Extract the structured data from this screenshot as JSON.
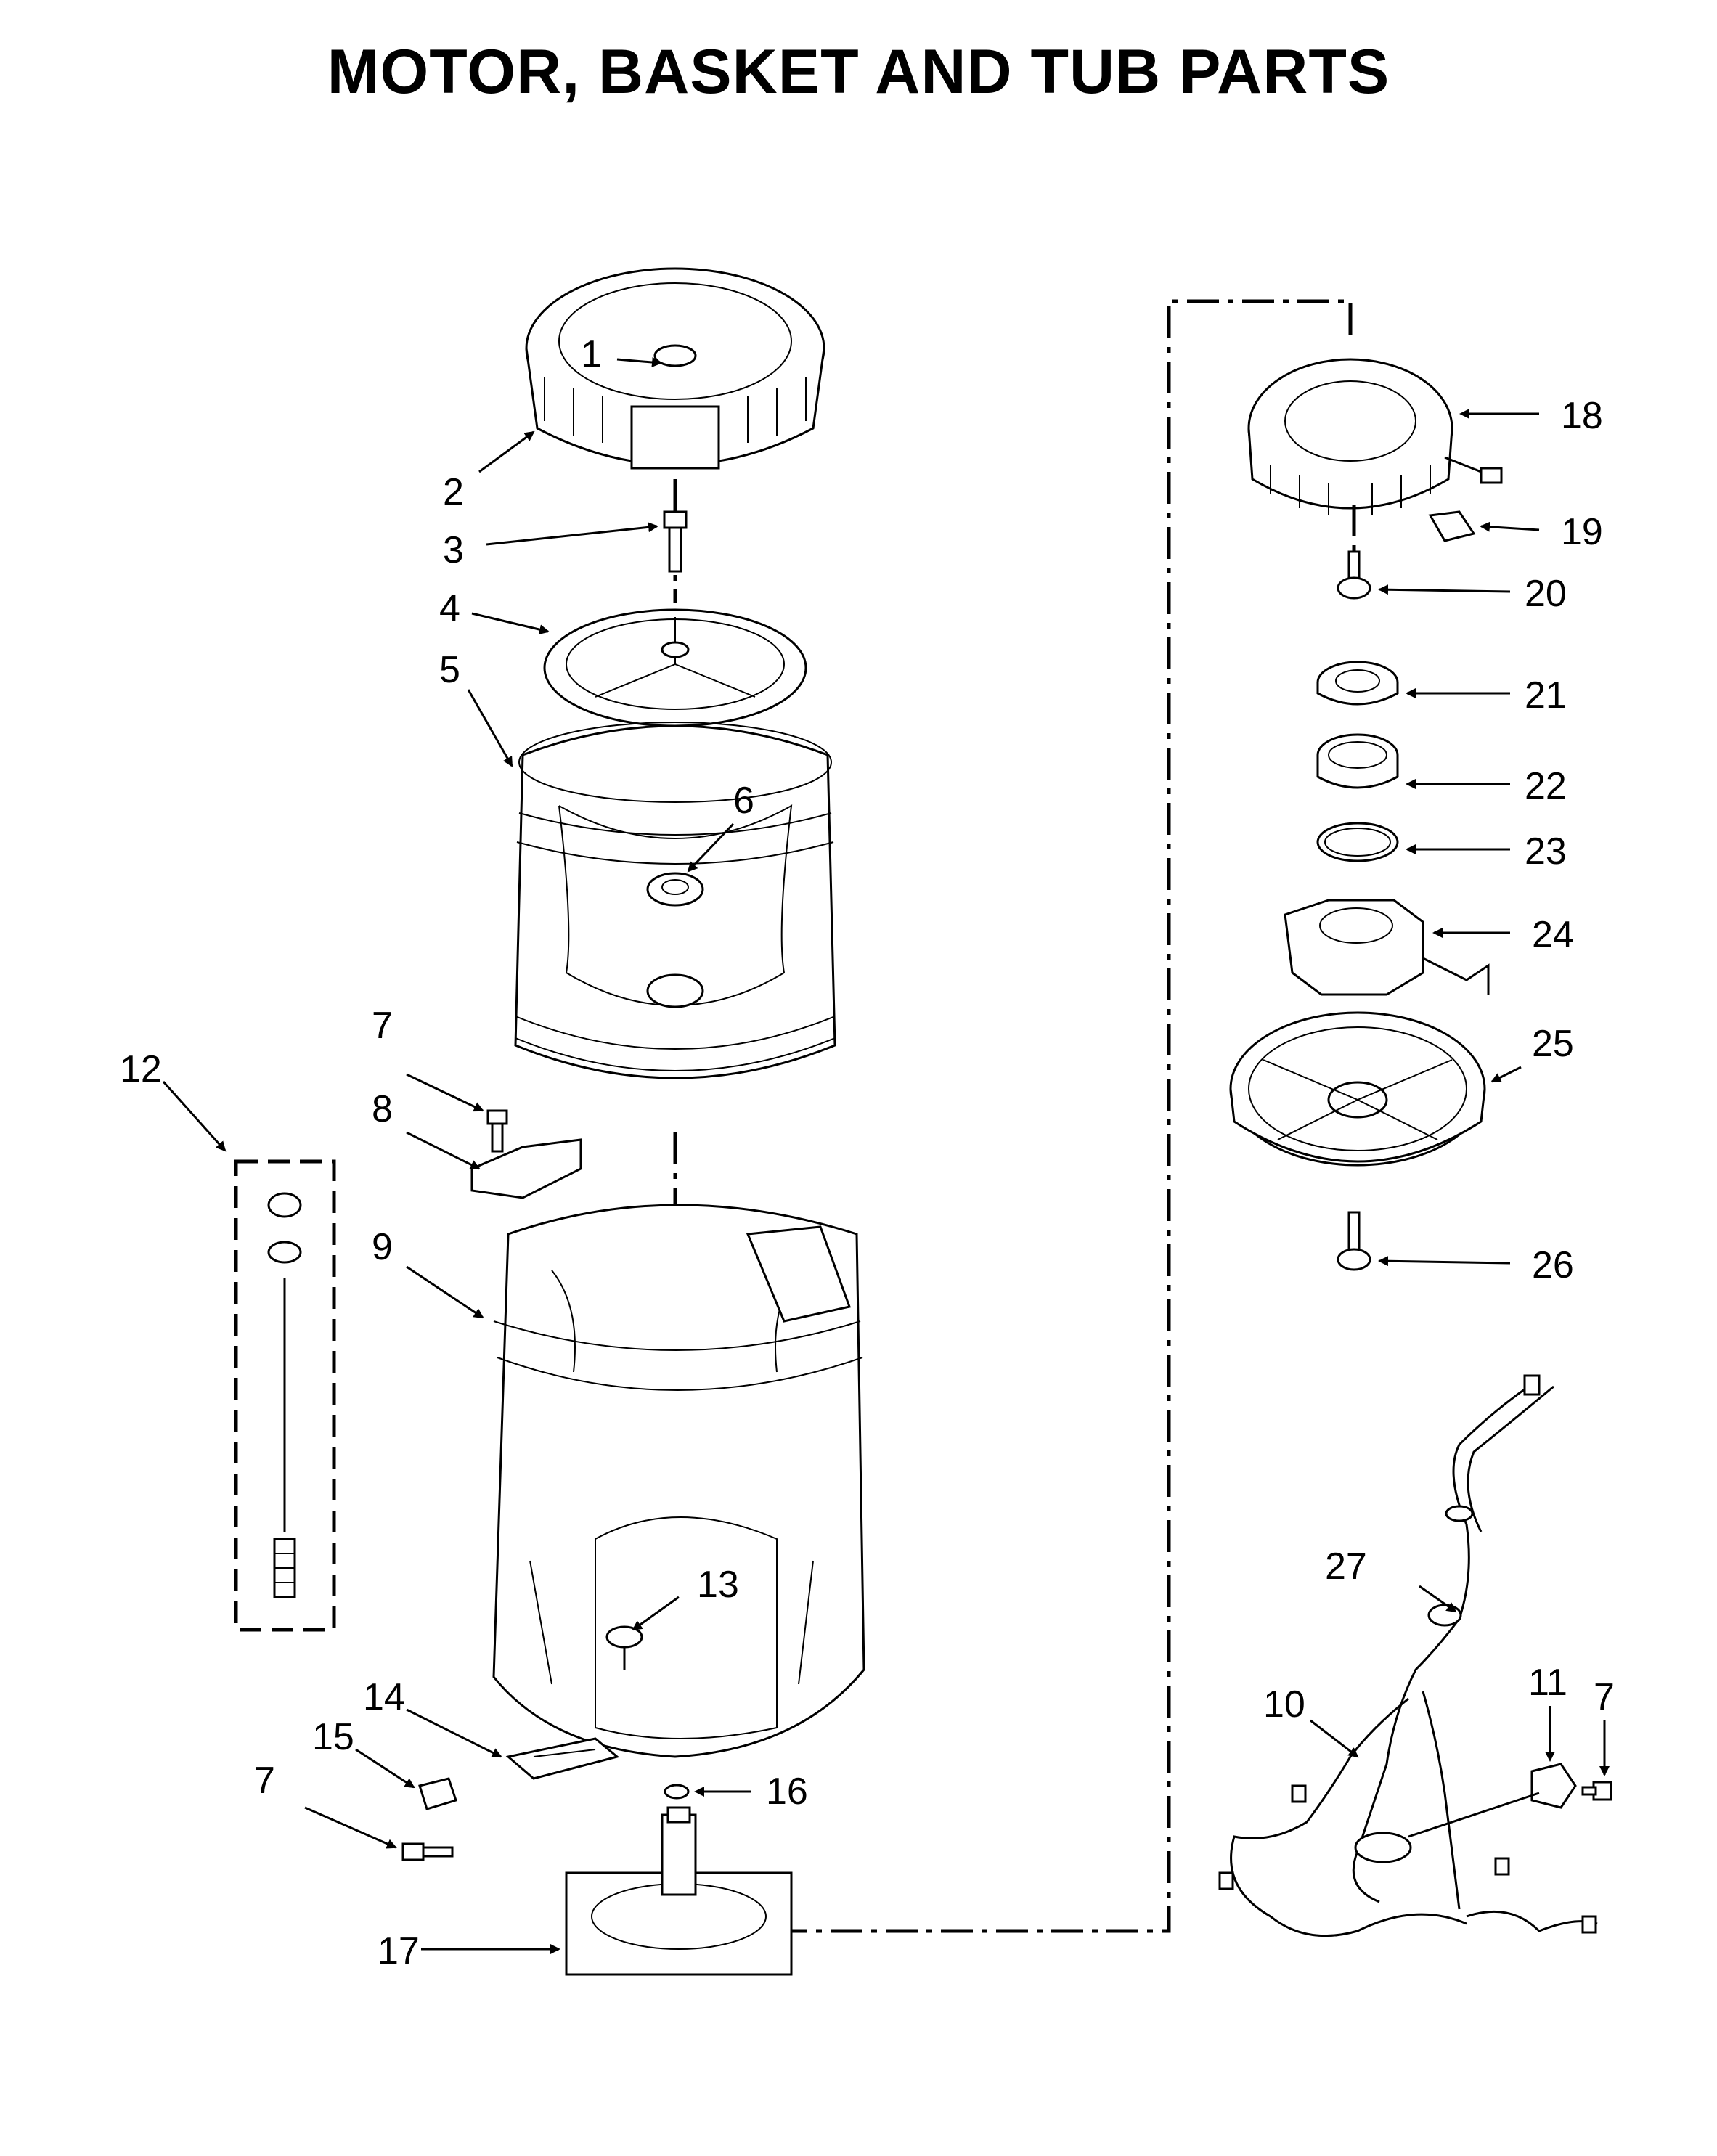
{
  "title": "MOTOR, BASKET AND TUB PARTS",
  "callouts": {
    "c1": "1",
    "c2": "2",
    "c3": "3",
    "c4": "4",
    "c5": "5",
    "c6": "6",
    "c7a": "7",
    "c7b": "7",
    "c7c": "7",
    "c8": "8",
    "c9": "9",
    "c10": "10",
    "c11": "11",
    "c12": "12",
    "c13": "13",
    "c14": "14",
    "c15": "15",
    "c16": "16",
    "c17": "17",
    "c18": "18",
    "c19": "19",
    "c20": "20",
    "c21": "21",
    "c22": "22",
    "c23": "23",
    "c24": "24",
    "c25": "25",
    "c26": "26",
    "c27": "27"
  }
}
